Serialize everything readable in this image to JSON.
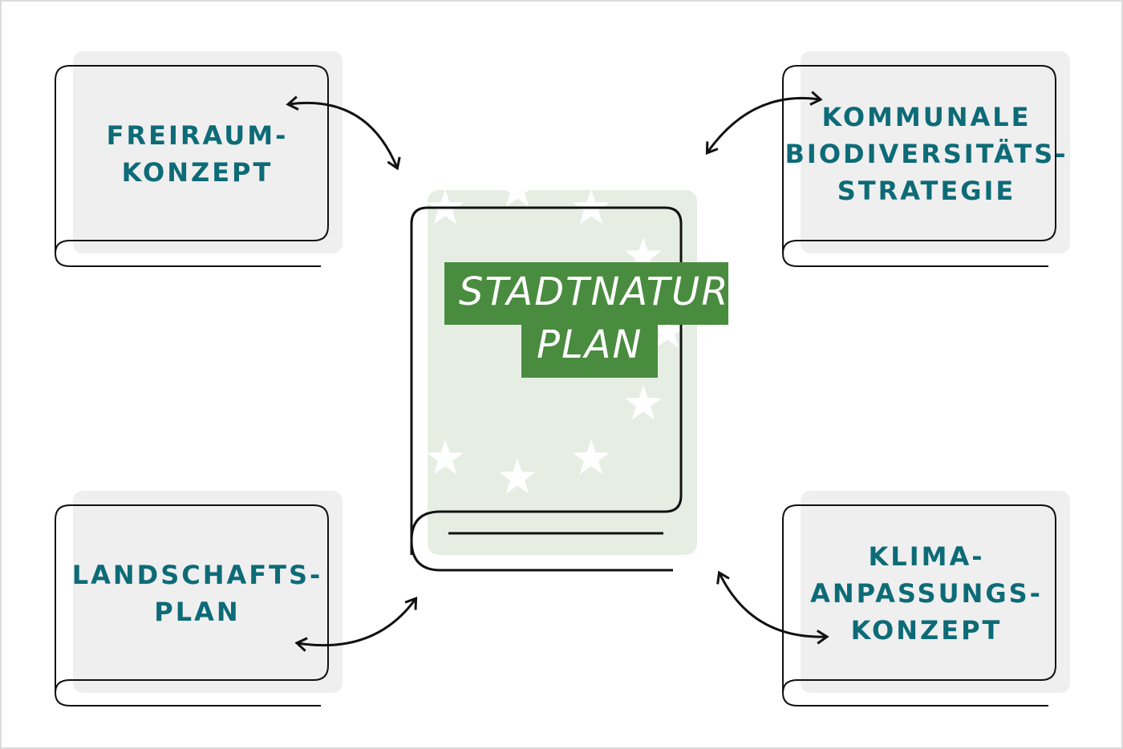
{
  "center": {
    "line1": "STADTNATUR-",
    "line2": "PLAN"
  },
  "books": {
    "top_left": {
      "lines": [
        "FREIRAUM-",
        "KONZEPT"
      ]
    },
    "top_right": {
      "lines": [
        "KOMMUNALE",
        "BIODIVERSITÄTS-",
        "STRATEGIE"
      ]
    },
    "bottom_left": {
      "lines": [
        "LANDSCHAFTS-",
        "PLAN"
      ]
    },
    "bottom_right": {
      "lines": [
        "KLIMA-",
        "ANPASSUNGS-",
        "KONZEPT"
      ]
    }
  },
  "colors": {
    "teal": "#0d6b77",
    "green": "#4a8c3f",
    "light_green": "#e6eee4",
    "gray": "#efefef"
  }
}
